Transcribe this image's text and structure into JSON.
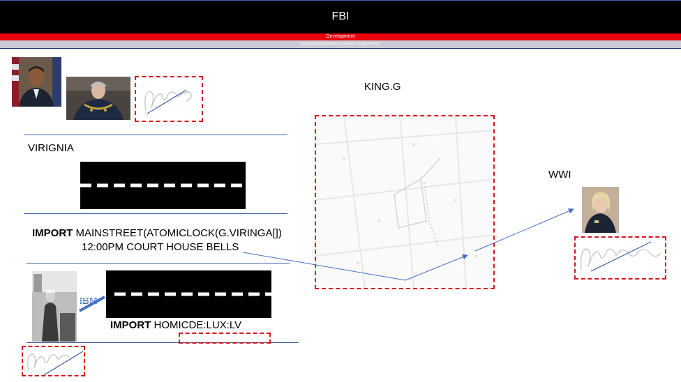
{
  "header": {
    "title": "FBI",
    "subtitle": "Development",
    "note": "Expanding manipulable documents (Image Rotate)"
  },
  "labels": {
    "king": "KING.G",
    "virignia": "VIRIGNIA",
    "wwi": "WWI"
  },
  "code1": {
    "keyword": "IMPORT",
    "call": "MAINSTREET(ATOMICLOCK(G.VIRINGA[])",
    "line2": "12:00PM COURT HOUSE BELLS"
  },
  "code2": {
    "keyword": "IMPORT",
    "call": "HOMICDE:LUX:LV"
  },
  "colors": {
    "accent_red": "#e8000b",
    "dash_red": "#d8151b",
    "line_blue": "#3b5ea8"
  }
}
